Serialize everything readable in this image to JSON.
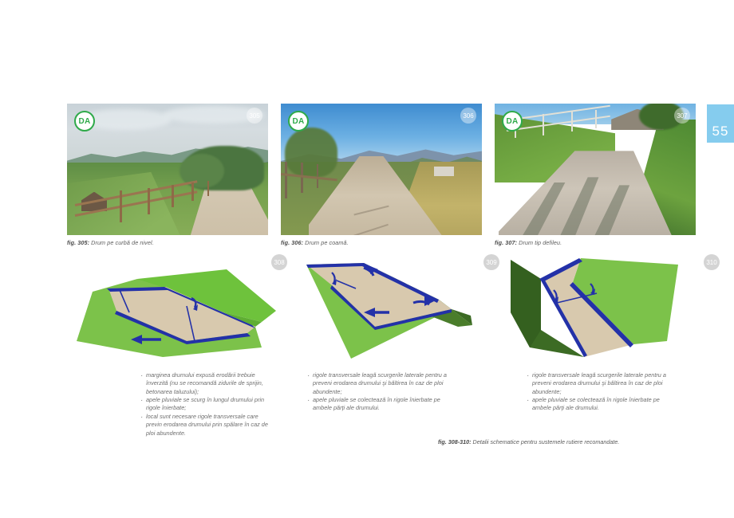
{
  "page": {
    "number": "55",
    "tab_color": "#85ccee"
  },
  "photos": [
    {
      "badge": "DA",
      "fig_number": "305",
      "caption_label": "fig. 305:",
      "caption_text": " Drum pe curbă de nivel.",
      "alt": "Drum pe curbă de nivel"
    },
    {
      "badge": "DA",
      "fig_number": "306",
      "caption_label": "fig. 306:",
      "caption_text": " Drum pe coamă.",
      "alt": "Drum pe coamă"
    },
    {
      "badge": "DA",
      "fig_number": "307",
      "caption_label": "fig. 307:",
      "caption_text": " Drum tip defileu.",
      "alt": "Drum tip defileu"
    }
  ],
  "diagrams": [
    {
      "fig_number": "308",
      "bullets": [
        "marginea drumului expusă erodării trebuie înverzită (nu se recomandă zidurile de sprijin, betonarea taluzului);",
        "apele pluviale se scurg în lungul drumului prin rigole înierbate;",
        "local sunt necesare rigole transversale care previn erodarea drumului prin spălare în caz de ploi abundente."
      ]
    },
    {
      "fig_number": "309",
      "bullets": [
        "rigole transversale leagă scurgerile laterale pentru a preveni erodarea drumului şi băltirea în caz de ploi abundente;",
        "apele pluviale se colectează în rigole înierbate pe ambele părţi ale drumului."
      ]
    },
    {
      "fig_number": "310",
      "bullets": [
        "rigole transversale leagă scurgerile laterale pentru a preveni erodarea drumului şi băltirea în caz de ploi abundente;",
        "apele pluviale se colectează în rigole înierbate pe ambele părţi ale drumului."
      ]
    }
  ],
  "bottom_caption": {
    "label": "fig. 308-310:",
    "text": " Detalii schematice pentru sustemele rutiere recomandate."
  },
  "colors": {
    "grass_light": "#7cc24a",
    "grass_dark": "#3c6b24",
    "road_tan": "#d8c9ae",
    "arrow_blue": "#2331a8",
    "badge_green": "#2faa4a",
    "fignum_grey": "#d4d4d4"
  }
}
